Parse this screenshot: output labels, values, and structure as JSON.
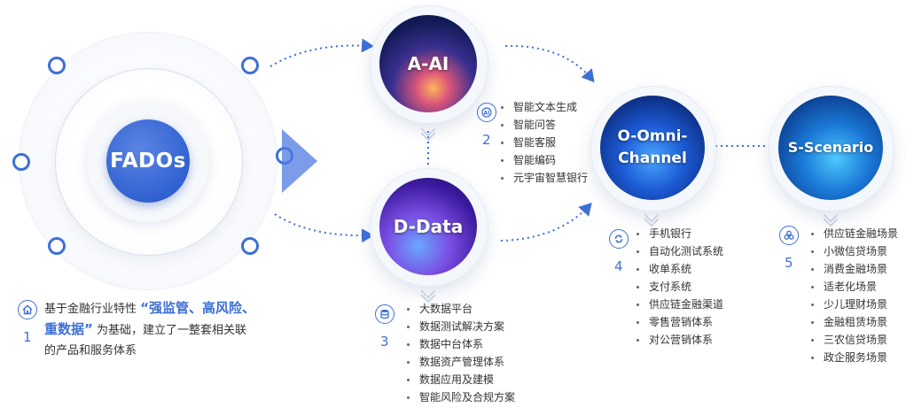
{
  "center": {
    "label": "FADOs"
  },
  "nodes": {
    "a": {
      "label": "A-AI"
    },
    "d": {
      "label": "D-Data"
    },
    "o": {
      "label_line1": "O-Omni-",
      "label_line2": "Channel"
    },
    "s": {
      "label": "S-Scenario"
    }
  },
  "item1": {
    "number": "1",
    "text_before": "基于金融行业特性",
    "highlight_line1": "“强监管、高风险、",
    "highlight_line2": "重数据”",
    "text_after_line1": "为基础，建立了一整套相关联",
    "text_after_line2": "的产品和服务体系"
  },
  "item2": {
    "number": "2",
    "items": [
      "智能文本生成",
      "智能问答",
      "智能客服",
      "智能编码",
      "元宇宙智慧银行"
    ]
  },
  "item3": {
    "number": "3",
    "items": [
      "大数据平台",
      "数据测试解决方案",
      "数据中台体系",
      "数据资产管理体系",
      "数据应用及建模",
      "智能风险及合规方案"
    ]
  },
  "item4": {
    "number": "4",
    "items": [
      "手机银行",
      "自动化测试系统",
      "收单系统",
      "支付系统",
      "供应链金融渠道",
      "零售营销体系",
      "对公营销体系"
    ]
  },
  "item5": {
    "number": "5",
    "items": [
      "供应链金融场景",
      "小微信贷场景",
      "消费金融场景",
      "适老化场景",
      "少儿理财场景",
      "金融租赁场景",
      "三农信贷场景",
      "政企服务场景"
    ]
  },
  "colors": {
    "accent": "#3d6fd6",
    "text": "#333333"
  },
  "icons": [
    "home-shield-icon",
    "ai-icon",
    "database-icon",
    "cycle-icon",
    "scenario-icon"
  ]
}
